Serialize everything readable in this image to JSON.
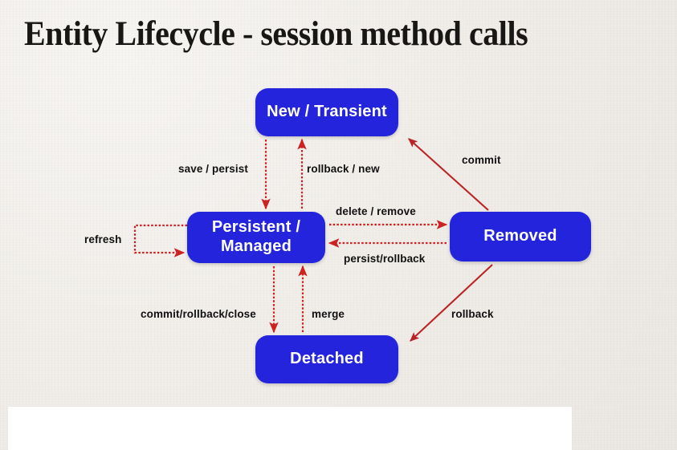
{
  "slide": {
    "title": "Entity Lifecycle - session method calls",
    "background_color": "#f2efeb",
    "node_color": "#2524dd",
    "node_text_color": "#ffffff",
    "arrow_color": "#cc2222",
    "label_color": "#111111"
  },
  "nodes": [
    {
      "id": "new",
      "label": "New / Transient"
    },
    {
      "id": "persistent",
      "label": "Persistent /\nManaged",
      "line1": "Persistent /",
      "line2": "Managed"
    },
    {
      "id": "removed",
      "label": "Removed"
    },
    {
      "id": "detached",
      "label": "Detached"
    }
  ],
  "edges": [
    {
      "id": "save-persist",
      "label": "save / persist",
      "from": "new",
      "to": "persistent",
      "style": "dashed",
      "direction": "down"
    },
    {
      "id": "rollback-new",
      "label": "rollback / new",
      "from": "persistent",
      "to": "new",
      "style": "dashed",
      "direction": "up"
    },
    {
      "id": "delete-remove",
      "label": "delete / remove",
      "from": "persistent",
      "to": "removed",
      "style": "dashed",
      "direction": "right"
    },
    {
      "id": "persist-rollback",
      "label": "persist/rollback",
      "from": "removed",
      "to": "persistent",
      "style": "dashed",
      "direction": "left"
    },
    {
      "id": "commit",
      "label": "commit",
      "from": "removed",
      "to": "new",
      "style": "solid",
      "direction": "up-left"
    },
    {
      "id": "rollback",
      "label": "rollback",
      "from": "removed",
      "to": "detached",
      "style": "solid",
      "direction": "down-left"
    },
    {
      "id": "commit-rollback-close",
      "label": "commit/rollback/close",
      "from": "persistent",
      "to": "detached",
      "style": "dashed",
      "direction": "down"
    },
    {
      "id": "merge",
      "label": "merge",
      "from": "detached",
      "to": "persistent",
      "style": "dashed",
      "direction": "up"
    },
    {
      "id": "refresh",
      "label": "refresh",
      "from": "persistent",
      "to": "persistent",
      "style": "dashed",
      "direction": "self-loop"
    }
  ],
  "chart_data": {
    "type": "diagram",
    "title": "Entity Lifecycle - session method calls",
    "diagram_kind": "state-machine",
    "states": [
      "New / Transient",
      "Persistent / Managed",
      "Removed",
      "Detached"
    ],
    "transitions": [
      {
        "from": "New / Transient",
        "to": "Persistent / Managed",
        "label": "save / persist"
      },
      {
        "from": "Persistent / Managed",
        "to": "New / Transient",
        "label": "rollback / new"
      },
      {
        "from": "Persistent / Managed",
        "to": "Removed",
        "label": "delete / remove"
      },
      {
        "from": "Removed",
        "to": "Persistent / Managed",
        "label": "persist/rollback"
      },
      {
        "from": "Removed",
        "to": "New / Transient",
        "label": "commit"
      },
      {
        "from": "Removed",
        "to": "Detached",
        "label": "rollback"
      },
      {
        "from": "Persistent / Managed",
        "to": "Detached",
        "label": "commit/rollback/close"
      },
      {
        "from": "Detached",
        "to": "Persistent / Managed",
        "label": "merge"
      },
      {
        "from": "Persistent / Managed",
        "to": "Persistent / Managed",
        "label": "refresh"
      }
    ]
  }
}
